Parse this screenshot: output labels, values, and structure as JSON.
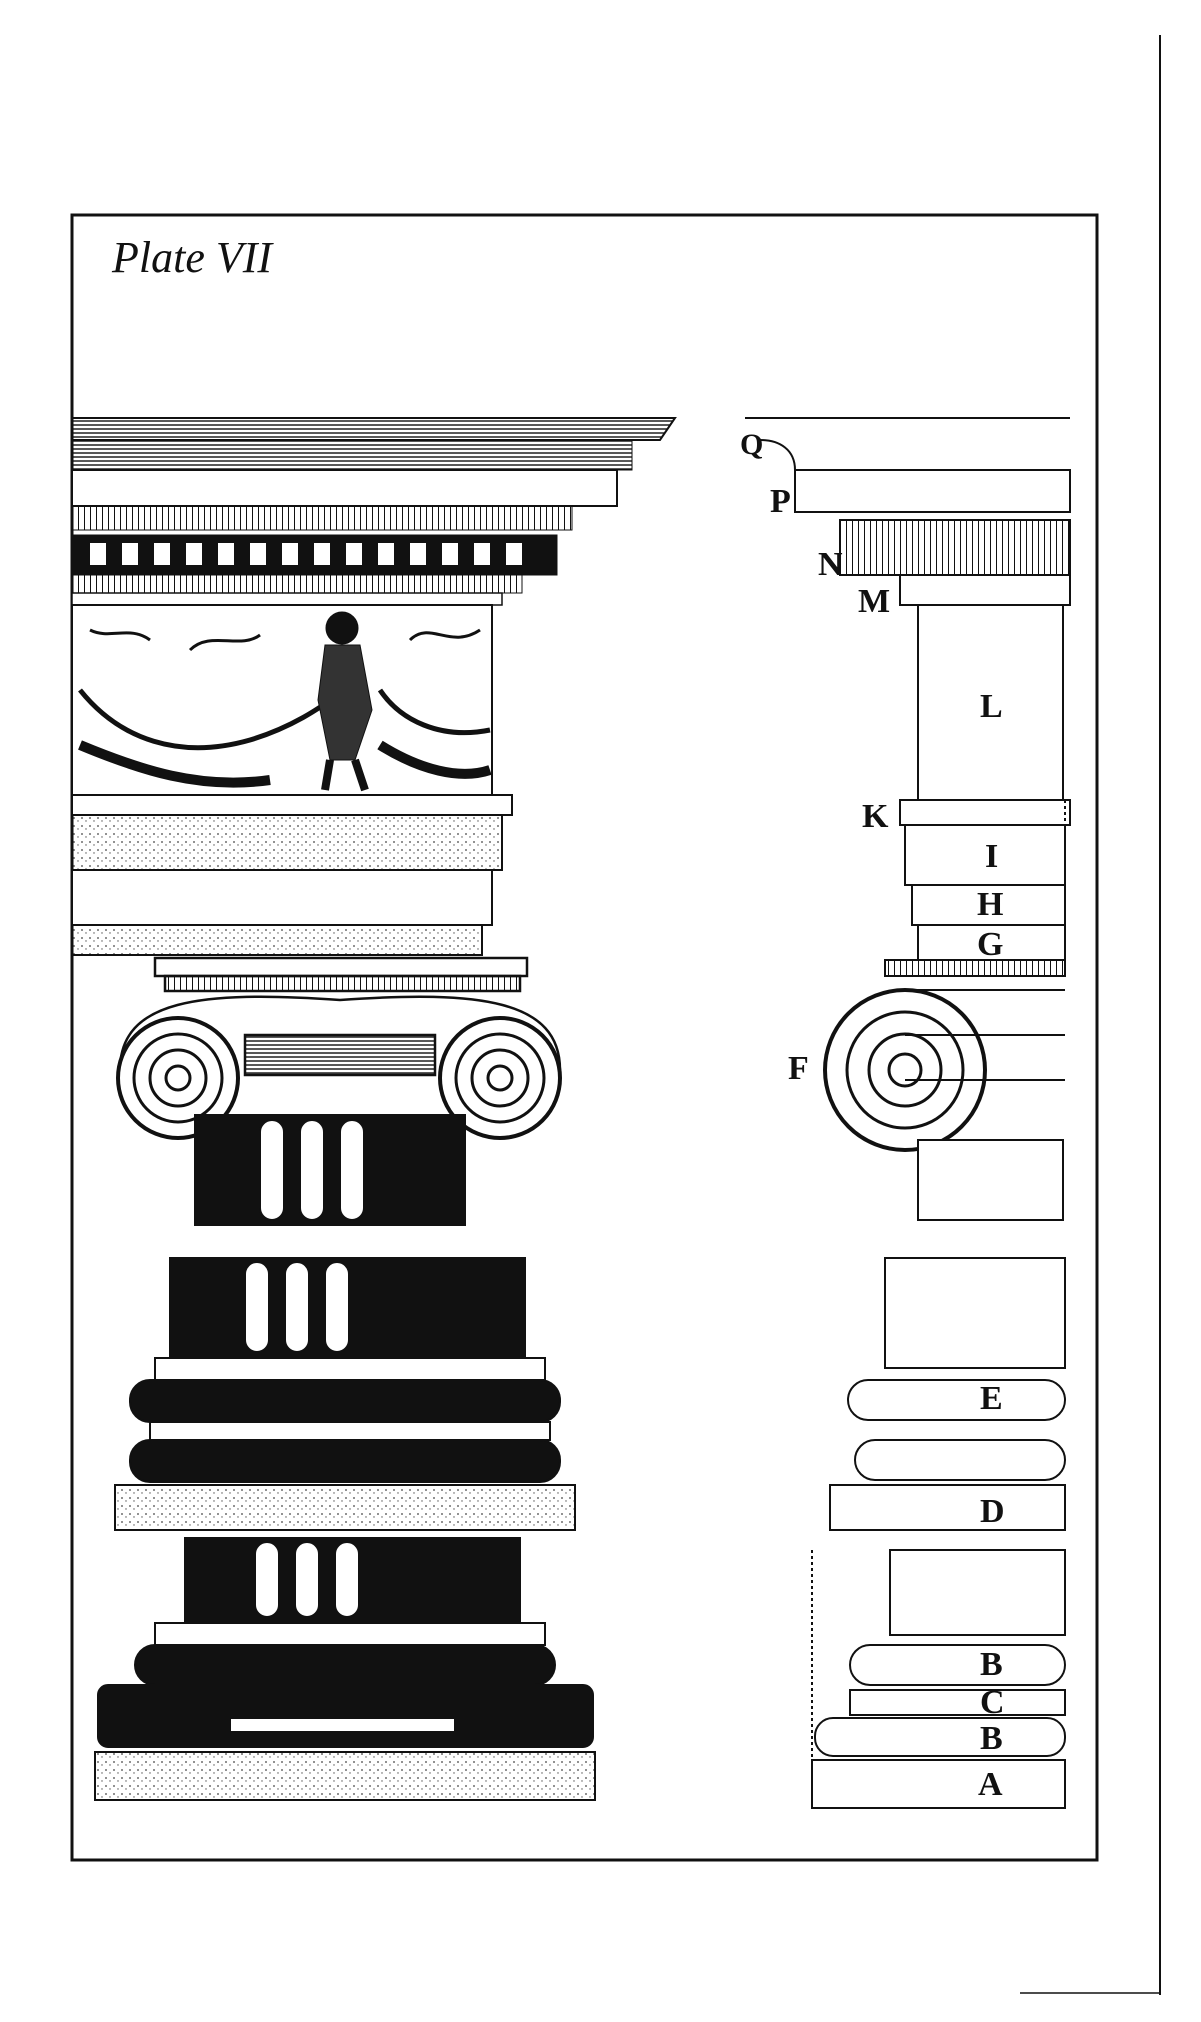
{
  "plate": {
    "title": "Plate VII"
  },
  "profile_labels": [
    {
      "id": "Q",
      "text": "Q"
    },
    {
      "id": "P",
      "text": "P"
    },
    {
      "id": "N",
      "text": "N"
    },
    {
      "id": "M",
      "text": "M"
    },
    {
      "id": "L",
      "text": "L"
    },
    {
      "id": "K",
      "text": "K"
    },
    {
      "id": "I",
      "text": "I"
    },
    {
      "id": "H",
      "text": "H"
    },
    {
      "id": "G",
      "text": "G"
    },
    {
      "id": "F",
      "text": "F"
    },
    {
      "id": "E",
      "text": "E"
    },
    {
      "id": "D",
      "text": "D"
    },
    {
      "id": "B1",
      "text": "B"
    },
    {
      "id": "C",
      "text": "C"
    },
    {
      "id": "B2",
      "text": "B"
    },
    {
      "id": "A",
      "text": "A"
    }
  ],
  "colors": {
    "ink": "#111111",
    "paper": "#ffffff"
  }
}
